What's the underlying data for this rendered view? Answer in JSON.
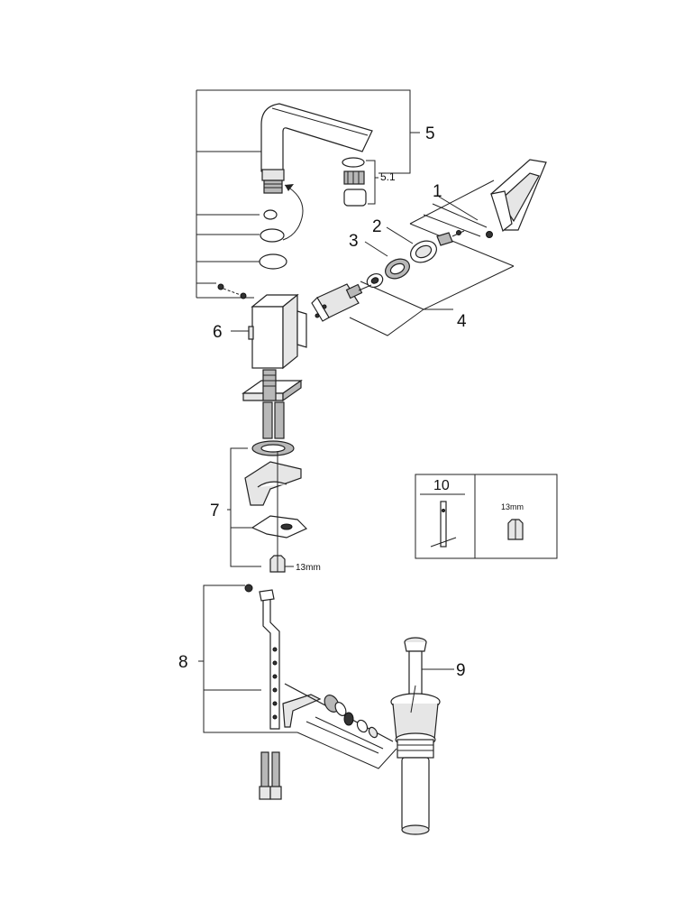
{
  "diagram": {
    "callouts": {
      "c1": "1",
      "c2": "2",
      "c3": "3",
      "c4": "4",
      "c5": "5",
      "c5_1": "5.1",
      "c6": "6",
      "c7": "7",
      "c8": "8",
      "c9": "9",
      "c10": "10"
    },
    "labels": {
      "nut_size": "13mm",
      "tool_size": "13mm"
    }
  }
}
